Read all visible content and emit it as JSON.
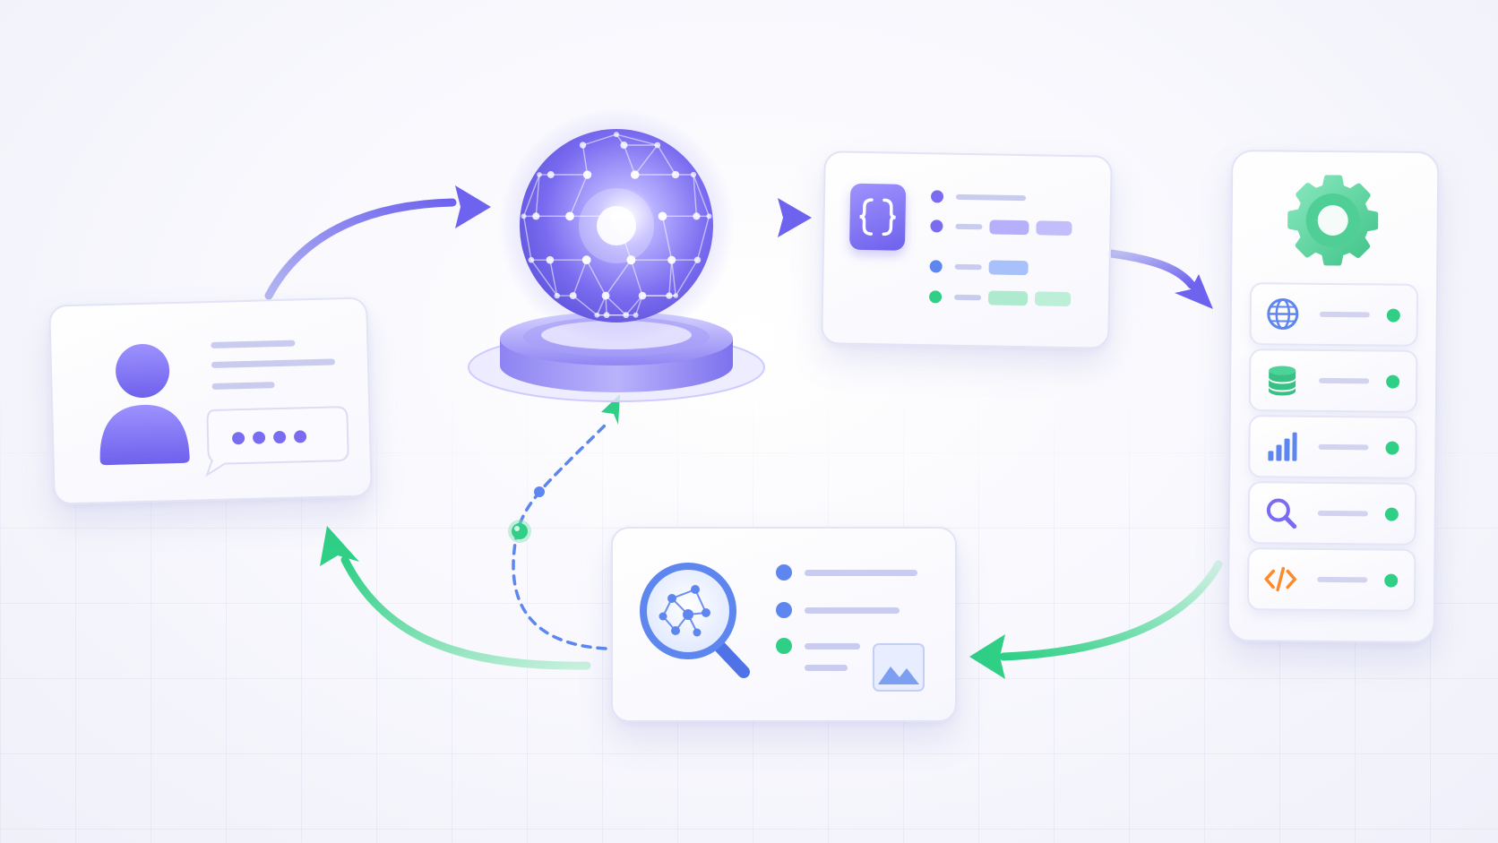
{
  "colors": {
    "primary": "#7a6cf0",
    "primary_light": "#c9cbef",
    "blue": "#5d86ee",
    "green": "#2fcf86",
    "orange": "#ff8a2a",
    "gear": "#5cd6a0"
  },
  "nodes": [
    {
      "id": "user-input-card",
      "icons": [
        "user-icon",
        "chat-bubble-icon",
        "typing-dots-icon"
      ]
    },
    {
      "id": "ai-core-globe",
      "icons": [
        "network-globe-icon",
        "platform-pedestal"
      ]
    },
    {
      "id": "structured-output-card",
      "icons": [
        "json-braces-icon"
      ],
      "status_dots": [
        "#7a6cf0",
        "#7a6cf0",
        "#5d86ee",
        "#2fcf86"
      ]
    },
    {
      "id": "tools-panel",
      "icons": [
        "gear-icon"
      ]
    },
    {
      "id": "search-results-card",
      "icons": [
        "network-search-icon",
        "image-icon"
      ],
      "status_dots": [
        "#5d86ee",
        "#5d86ee",
        "#2fcf86"
      ]
    }
  ],
  "tools": [
    {
      "icon": "globe-icon",
      "status": "active"
    },
    {
      "icon": "database-icon",
      "status": "active"
    },
    {
      "icon": "bar-chart-icon",
      "status": "active"
    },
    {
      "icon": "search-icon",
      "status": "active"
    },
    {
      "icon": "code-icon",
      "status": "active"
    }
  ],
  "flows": [
    {
      "from": "user-input-card",
      "to": "ai-core-globe",
      "color": "#7a6cf0",
      "style": "solid"
    },
    {
      "from": "ai-core-globe",
      "to": "structured-output-card",
      "color": "#7a6cf0",
      "style": "solid"
    },
    {
      "from": "structured-output-card",
      "to": "tools-panel",
      "color": "#7a6cf0",
      "style": "solid"
    },
    {
      "from": "tools-panel",
      "to": "search-results-card",
      "color": "#2fcf86",
      "style": "solid"
    },
    {
      "from": "search-results-card",
      "to": "user-input-card",
      "color": "#2fcf86",
      "style": "solid"
    },
    {
      "from": "search-results-card",
      "to": "ai-core-globe",
      "color": "#5d86ee",
      "style": "dashed"
    }
  ]
}
